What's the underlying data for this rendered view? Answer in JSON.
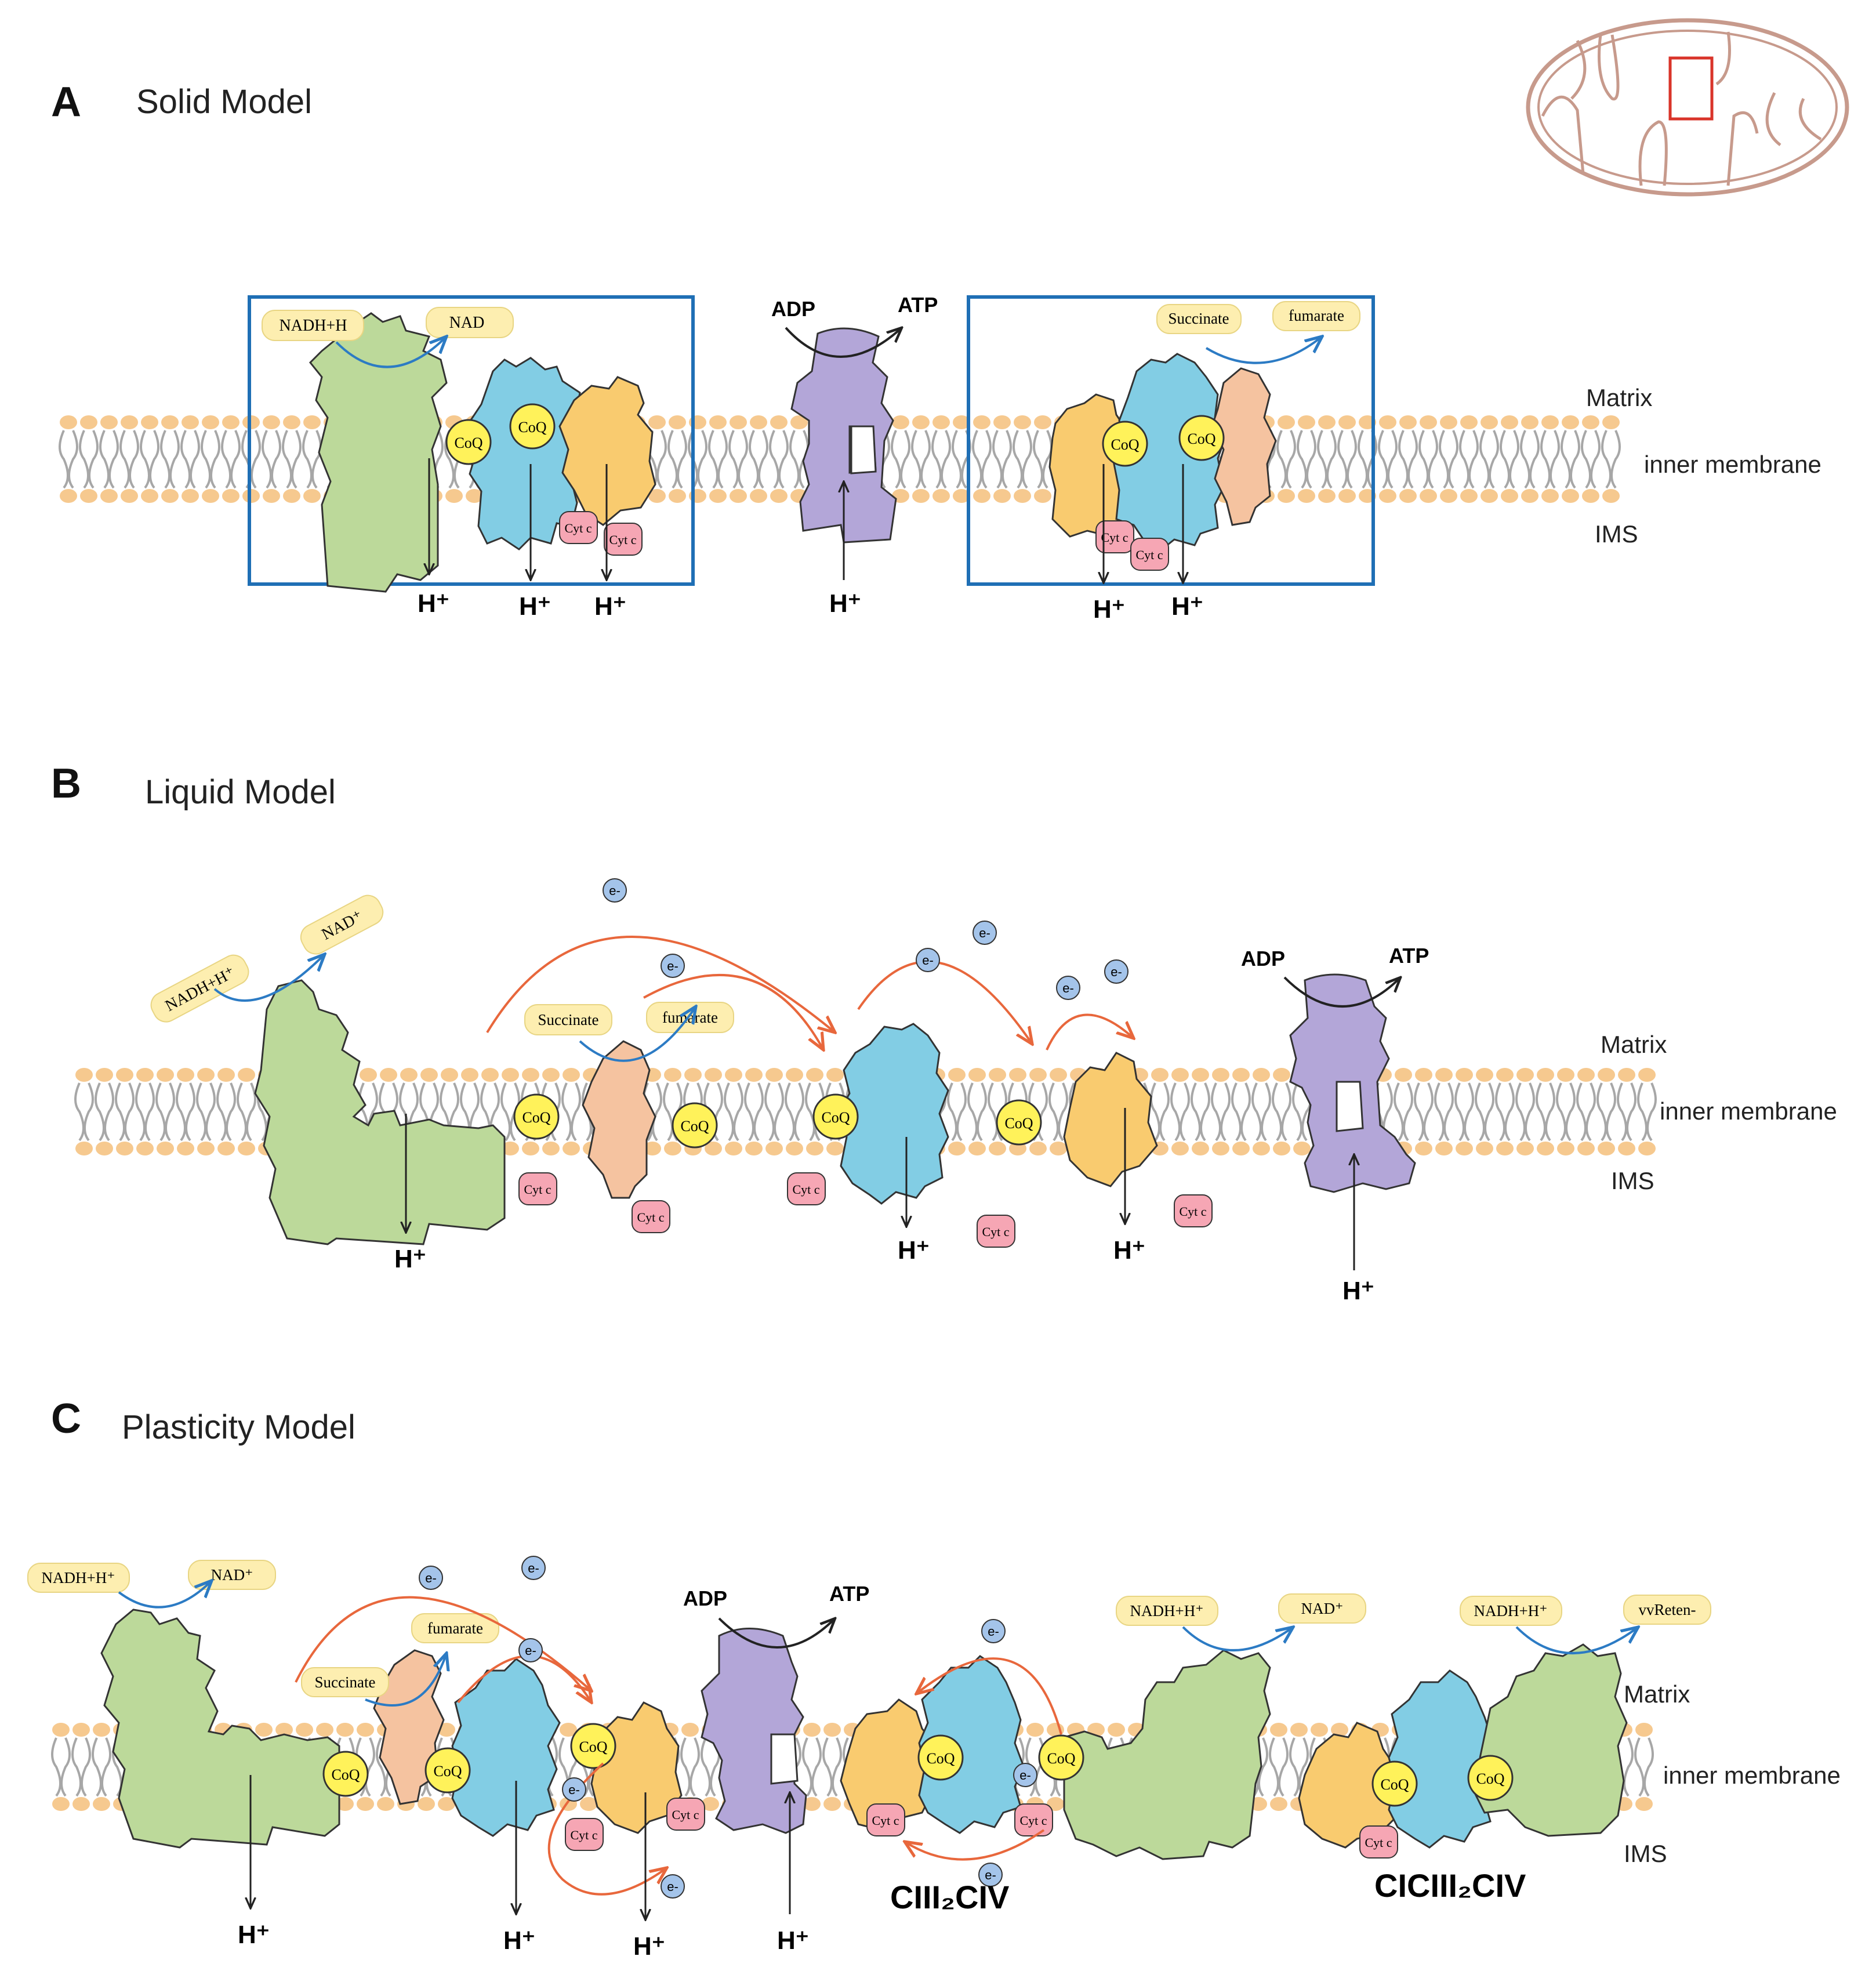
{
  "panel_a": {
    "letter": "A",
    "title": "Solid Model",
    "side_labels": {
      "matrix": "Matrix",
      "membrane": "inner membrane",
      "ims": "IMS"
    },
    "nadh": "NADH+H",
    "nad": "NAD",
    "succinate": "Succinate",
    "fumarate": "fumarate",
    "adp": "ADP",
    "atp": "ATP",
    "coq": "CoQ",
    "cytc": "Cyt c",
    "proton": "H⁺"
  },
  "panel_b": {
    "letter": "B",
    "title": "Liquid Model",
    "side_labels": {
      "matrix": "Matrix",
      "membrane": "inner membrane",
      "ims": "IMS"
    },
    "nadh": "NADH+H⁺",
    "nad": "NAD⁺",
    "succinate": "Succinate",
    "fumarate": "fumarate",
    "adp": "ADP",
    "atp": "ATP",
    "coq": "CoQ",
    "cytc": "Cyt c",
    "electron": "e-",
    "proton": "H⁺"
  },
  "panel_c": {
    "letter": "C",
    "title": "Plasticity Model",
    "side_labels": {
      "matrix": "Matrix",
      "membrane": "inner membrane",
      "ims": "IMS"
    },
    "nadh": "NADH+H⁺",
    "nad": "NAD⁺",
    "nadh_2": "NADH+H⁺",
    "nad_2": "NAD⁺",
    "nadh_3": "NADH+H⁺",
    "nad_3": "vvReten-",
    "succinate": "Succinate",
    "fumarate": "fumarate",
    "adp": "ADP",
    "atp": "ATP",
    "coq": "CoQ",
    "cytc": "Cyt c",
    "electron": "e-",
    "proton": "H⁺",
    "supercomplex_1": "CIII₂CIV",
    "supercomplex_2": "CICIII₂CIV"
  },
  "colors": {
    "complex_i": "#bcd99a",
    "complex_ii": "#f5c3a0",
    "complex_iii": "#82cde4",
    "complex_iv": "#f9cb6f",
    "atp_synthase": "#b3a6d8",
    "coq": "#fff25a",
    "cytc": "#f6a6b4",
    "electron": "#a4c4ea",
    "lipid_head": "#f6c98f",
    "lipid_tail": "#a7a7a7",
    "box": "#1f6fb5",
    "blue_arrow": "#2c7bc4",
    "orange_arrow": "#e8673c",
    "inset": "#b98a7a",
    "inset_box": "#d9342a"
  }
}
